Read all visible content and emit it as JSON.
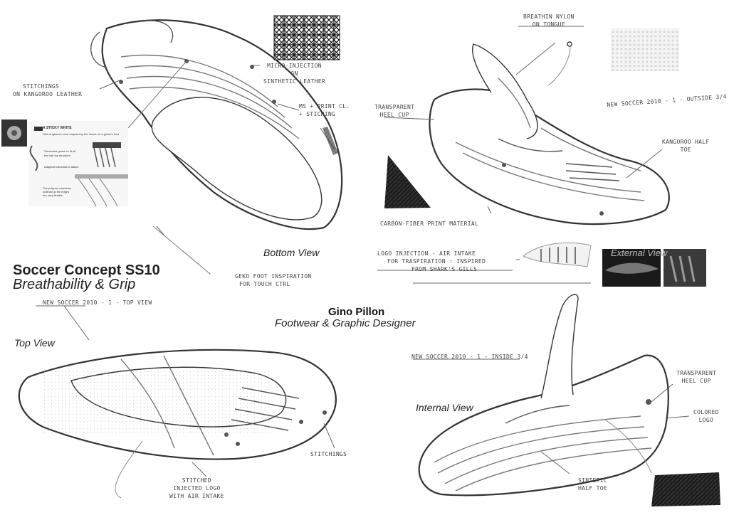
{
  "title": {
    "main": "Soccer Concept SS10",
    "sub": "Breathability & Grip"
  },
  "designer": {
    "name": "Gino Pillon",
    "role": "Footwear & Graphic Designer"
  },
  "views": {
    "bottom": "Bottom View",
    "top": "Top View",
    "internal": "Internal View",
    "external": "External View"
  },
  "notes": {
    "stitchings_kangaroo_1": "STITCHINGS",
    "stitchings_kangaroo_2": "ON KANGOROO LEATHER",
    "micro_injection_1": "MICRO-INJECTION",
    "micro_injection_2": "ON",
    "micro_injection_3": "SINTHETIC LEATHER",
    "ms_print_1": "MS + PRINT CL.",
    "ms_print_2": "+ STICHING",
    "geko_1": "GEKO FOOT INSPIRATION",
    "geko_2": "FOR TOUCH CTRL",
    "breathin_1": "BREATHIN NYLON",
    "breathin_2": "ON TONGUE",
    "transparent_heel_1": "TRANSPARENT",
    "transparent_heel_2": "HEEL CUP",
    "new_soccer_outside": "NEW SOCCER 2010 - 1 - OUTSIDE 3/4",
    "kangaroo_half_1": "KANGOROO HALF",
    "kangaroo_half_2": "TOE",
    "carbon_fiber": "CARBON-FIBER PRINT MATERIAL",
    "logo_injection_1": "LOGO INJECTION - AIR INTAKE",
    "logo_injection_2": "FOR TRASPIRATION : INSPIRED",
    "logo_injection_3": "FROM SHARK'S GILLS",
    "new_soccer_top": "NEW SOCCER 2010 - 1 - TOP VIEW",
    "new_soccer_inside": "NEW SOCCER 2010 - 1 - INSIDE 3/4",
    "transparent_heel_r_1": "TRANSPARENT",
    "transparent_heel_r_2": "HEEL CUP",
    "colored_logo_1": "COLORED",
    "colored_logo_2": "LOGO",
    "synthetic_half_1": "SINTETIC",
    "synthetic_half_2": "HALF TOE",
    "stitchings_bottom": "STITCHINGS",
    "stitched_logo_1": "STITCHED",
    "stitched_logo_2": "INJECTED LOGO",
    "stitched_logo_3": "WITH AIR INTAKE"
  },
  "clipping": {
    "heading": "A STICKY WHITE",
    "lead": "How engineers were inspired by the forces on a gecko's foot",
    "caption_1": "Structures grown to fit all",
    "caption_2": "the hair top structure",
    "caption_3": "Adapted industrial to attach",
    "body_text": "The polymer nanotube outlined at the edges are very flexible"
  },
  "colors": {
    "ink": "#222222",
    "pencil": "#555555",
    "carbon": "#1c1c1c",
    "paper": "#ffffff"
  }
}
